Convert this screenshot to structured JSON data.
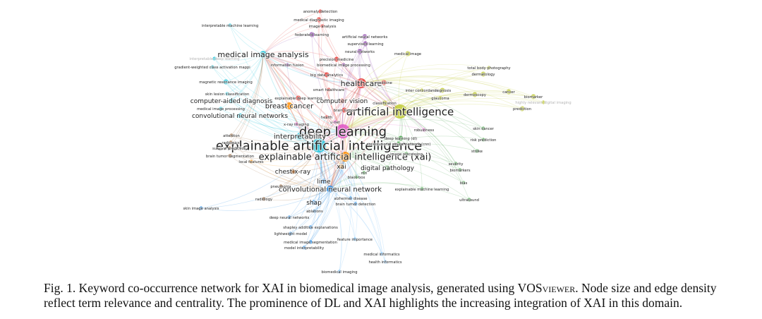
{
  "figure": {
    "caption_label": "Fig. 1.",
    "caption_part1": "Keyword co-occurrence network for XAI in biomedical image analysis, generated using ",
    "caption_tool": "VOSviewer",
    "caption_part2": ". Node size and edge density reflect term relevance and centrality. The prominence of DL and XAI highlights the increasing integration of XAI in this domain."
  },
  "clusters": {
    "red": "#e53935",
    "green": "#43a047",
    "blue": "#1e88e5",
    "yellow": "#c0ca33",
    "purple": "#8e44ad",
    "cyan": "#26c6da",
    "orange": "#fb8c00",
    "brown": "#8d5524",
    "pink": "#e056c8",
    "lightblue": "#64b5f6"
  },
  "nodes": [
    {
      "id": "deep learning",
      "label": "deep learning",
      "cluster": "pink",
      "weight": 10
    },
    {
      "id": "explainable artificial intelligence",
      "label": "explainable artificial intelligence",
      "cluster": "cyan",
      "weight": 10
    },
    {
      "id": "artificial intelligence",
      "label": "artificial intelligence",
      "cluster": "yellow",
      "weight": 9
    },
    {
      "id": "explainable artificial intelligence (xai)",
      "label": "explainable artificial intelligence (xai)",
      "cluster": "orange",
      "weight": 7
    },
    {
      "id": "healthcare",
      "label": "healthcare",
      "cluster": "red",
      "weight": 6
    },
    {
      "id": "medical image analysis",
      "label": "medical image analysis",
      "cluster": "cyan",
      "weight": 5
    },
    {
      "id": "convolutional neural network",
      "label": "convolutional neural network",
      "cluster": "blue",
      "weight": 5
    },
    {
      "id": "interpretability",
      "label": "interpretability",
      "cluster": "cyan",
      "weight": 4
    },
    {
      "id": "breast cancer",
      "label": "breast cancer",
      "cluster": "orange",
      "weight": 4
    },
    {
      "id": "computer-aided diagnosis",
      "label": "computer-aided diagnosis",
      "cluster": "cyan",
      "weight": 3
    },
    {
      "id": "convolutional neural networks",
      "label": "convolutional neural networks",
      "cluster": "cyan",
      "weight": 3
    },
    {
      "id": "chest x-ray",
      "label": "chest x-ray",
      "cluster": "brown",
      "weight": 3
    },
    {
      "id": "shap",
      "label": "shap",
      "cluster": "blue",
      "weight": 3
    },
    {
      "id": "lime",
      "label": "lime",
      "cluster": "blue",
      "weight": 3
    },
    {
      "id": "xai",
      "label": "xai",
      "cluster": "orange",
      "weight": 3
    },
    {
      "id": "digital pathology",
      "label": "digital pathology",
      "cluster": "green",
      "weight": 3
    },
    {
      "id": "computer vision",
      "label": "computer vision",
      "cluster": "red",
      "weight": 3
    },
    {
      "id": "medical image",
      "label": "medical image",
      "cluster": "yellow",
      "weight": 2
    },
    {
      "id": "medicine",
      "label": "medicine",
      "cluster": "red",
      "weight": 2
    },
    {
      "id": "diagnosis",
      "label": "diagnosis",
      "cluster": "yellow",
      "weight": 2
    },
    {
      "id": "dermoscopy",
      "label": "dermoscopy",
      "cluster": "yellow",
      "weight": 2
    },
    {
      "id": "cancer",
      "label": "cancer",
      "cluster": "yellow",
      "weight": 2
    },
    {
      "id": "biomarker",
      "label": "biomarker",
      "cluster": "yellow",
      "weight": 2
    },
    {
      "id": "prediction",
      "label": "prediction",
      "cluster": "yellow",
      "weight": 2
    },
    {
      "id": "total body photography",
      "label": "total body photography",
      "cluster": "yellow",
      "weight": 1
    },
    {
      "id": "dermatology",
      "label": "dermatology",
      "cluster": "yellow",
      "weight": 2
    },
    {
      "id": "skin cancer",
      "label": "skin cancer",
      "cluster": "green",
      "weight": 1
    },
    {
      "id": "risk prediction",
      "label": "risk prediction",
      "cluster": "green",
      "weight": 1
    },
    {
      "id": "stroke",
      "label": "stroke",
      "cluster": "green",
      "weight": 1
    },
    {
      "id": "severity",
      "label": "severity",
      "cluster": "green",
      "weight": 1
    },
    {
      "id": "biomarkers",
      "label": "biomarkers",
      "cluster": "green",
      "weight": 1
    },
    {
      "id": "bias",
      "label": "bias",
      "cluster": "green",
      "weight": 1
    },
    {
      "id": "explainable machine learning",
      "label": "explainable machine learning",
      "cluster": "green",
      "weight": 1
    },
    {
      "id": "ultrasound",
      "label": "ultrasound",
      "cluster": "green",
      "weight": 1
    },
    {
      "id": "robustness",
      "label": "robustness",
      "cluster": "pink",
      "weight": 1
    },
    {
      "id": "deep learning (dl)",
      "label": "deep learning (dl)",
      "cluster": "green",
      "weight": 2
    },
    {
      "id": "convolutional neural network (cnn)",
      "label": "convolutional neural network (cnn)",
      "cluster": "green",
      "weight": 2
    },
    {
      "id": "image processing",
      "label": "image processing",
      "cluster": "green",
      "weight": 1
    },
    {
      "id": "mri",
      "label": "mri",
      "cluster": "green",
      "weight": 1
    },
    {
      "id": "black box",
      "label": "black box",
      "cluster": "green",
      "weight": 1
    },
    {
      "id": "anomaly detection",
      "label": "anomaly detection",
      "cluster": "red",
      "weight": 1
    },
    {
      "id": "medical diagnostic imaging",
      "label": "medical diagnostic imaging",
      "cluster": "red",
      "weight": 2
    },
    {
      "id": "image analysis",
      "label": "image analysis",
      "cluster": "red",
      "weight": 1
    },
    {
      "id": "federated learning",
      "label": "federated learning",
      "cluster": "purple",
      "weight": 2
    },
    {
      "id": "artificial neural networks",
      "label": "artificial neural networks",
      "cluster": "purple",
      "weight": 2
    },
    {
      "id": "supervised learning",
      "label": "supervised learning",
      "cluster": "purple",
      "weight": 2
    },
    {
      "id": "neural networks",
      "label": "neural networks",
      "cluster": "purple",
      "weight": 2
    },
    {
      "id": "precision medicine",
      "label": "precision medicine",
      "cluster": "red",
      "weight": 2
    },
    {
      "id": "biomedical image processing",
      "label": "biomedical image processing",
      "cluster": "purple",
      "weight": 1
    },
    {
      "id": "big data analytics",
      "label": "big data analytics",
      "cluster": "red",
      "weight": 2
    },
    {
      "id": "interpretable machine learning",
      "label": "interpretable machine learning",
      "cluster": "cyan",
      "weight": 1
    },
    {
      "id": "interpretable deep learning",
      "label": "interpretable deep learning",
      "cluster": "cyan",
      "weight": 1
    },
    {
      "id": "gradient-weighted class activation mappi",
      "label": "gradient-weighted class activation mappi",
      "cluster": "cyan",
      "weight": 1
    },
    {
      "id": "information fusion",
      "label": "information fusion",
      "cluster": "purple",
      "weight": 1
    },
    {
      "id": "magnetic resonance imaging",
      "label": "magnetic resonance imaging",
      "cluster": "cyan",
      "weight": 2
    },
    {
      "id": "skin lesion classification",
      "label": "skin lesion classification",
      "cluster": "cyan",
      "weight": 1
    },
    {
      "id": "explainable deep learning",
      "label": "explainable deep learning",
      "cluster": "red",
      "weight": 2
    },
    {
      "id": "smart healthcare",
      "label": "smart healthcare",
      "cluster": "red",
      "weight": 1
    },
    {
      "id": "medical image processing",
      "label": "medical image processing",
      "cluster": "cyan",
      "weight": 1
    },
    {
      "id": "brain tumor",
      "label": "brain tumor",
      "cluster": "red",
      "weight": 2
    },
    {
      "id": "health",
      "label": "health",
      "cluster": "red",
      "weight": 1
    },
    {
      "id": "x-ray imaging",
      "label": "x-ray imaging",
      "cluster": "pink",
      "weight": 1
    },
    {
      "id": "u-net",
      "label": "u-net",
      "cluster": "pink",
      "weight": 1
    },
    {
      "id": "glaucoma",
      "label": "glaucoma",
      "cluster": "yellow",
      "weight": 1
    },
    {
      "id": "inter concordance",
      "label": "inter concordance",
      "cluster": "yellow",
      "weight": 1
    },
    {
      "id": "classification",
      "label": "classification",
      "cluster": "yellow",
      "weight": 2
    },
    {
      "id": "attention",
      "label": "attention",
      "cluster": "brown",
      "weight": 1
    },
    {
      "id": "radiomics",
      "label": "radiomics",
      "cluster": "brown",
      "weight": 1
    },
    {
      "id": "survival prediction",
      "label": "survival prediction",
      "cluster": "brown",
      "weight": 1
    },
    {
      "id": "brain tumor segmentation",
      "label": "brain tumor segmentation",
      "cluster": "brown",
      "weight": 1
    },
    {
      "id": "local features",
      "label": "local features",
      "cluster": "orange",
      "weight": 1
    },
    {
      "id": "pneumonia",
      "label": "pneumonia",
      "cluster": "brown",
      "weight": 1
    },
    {
      "id": "radiology",
      "label": "radiology",
      "cluster": "brown",
      "weight": 1
    },
    {
      "id": "skin image analysis",
      "label": "skin image analysis",
      "cluster": "blue",
      "weight": 1
    },
    {
      "id": "alzheimer disease",
      "label": "alzheimer disease",
      "cluster": "blue",
      "weight": 1
    },
    {
      "id": "brain tumor detection",
      "label": "brain tumor detection",
      "cluster": "blue",
      "weight": 1
    },
    {
      "id": "ablations",
      "label": "ablations",
      "cluster": "blue",
      "weight": 1
    },
    {
      "id": "deep neural networks",
      "label": "deep neural networks",
      "cluster": "blue",
      "weight": 1
    },
    {
      "id": "shapley additive explanations",
      "label": "shapley additive explanations",
      "cluster": "blue",
      "weight": 1
    },
    {
      "id": "lightweight model",
      "label": "lightweight model",
      "cluster": "blue",
      "weight": 1
    },
    {
      "id": "medical image segmentation",
      "label": "medical image segmentation",
      "cluster": "blue",
      "weight": 1
    },
    {
      "id": "model interpretability",
      "label": "model interpretability",
      "cluster": "blue",
      "weight": 1
    },
    {
      "id": "feature importance",
      "label": "feature importance",
      "cluster": "lightblue",
      "weight": 1
    },
    {
      "id": "medical informatics",
      "label": "medical informatics",
      "cluster": "lightblue",
      "weight": 1
    },
    {
      "id": "health informatics",
      "label": "health informatics",
      "cluster": "lightblue",
      "weight": 1
    },
    {
      "id": "biomedical imaging",
      "label": "biomedical imaging",
      "cluster": "lightblue",
      "weight": 1
    },
    {
      "id": "highly relevant digital imaging",
      "label": "highly relevant digital imaging",
      "cluster": "yellow",
      "weight": 1
    }
  ]
}
